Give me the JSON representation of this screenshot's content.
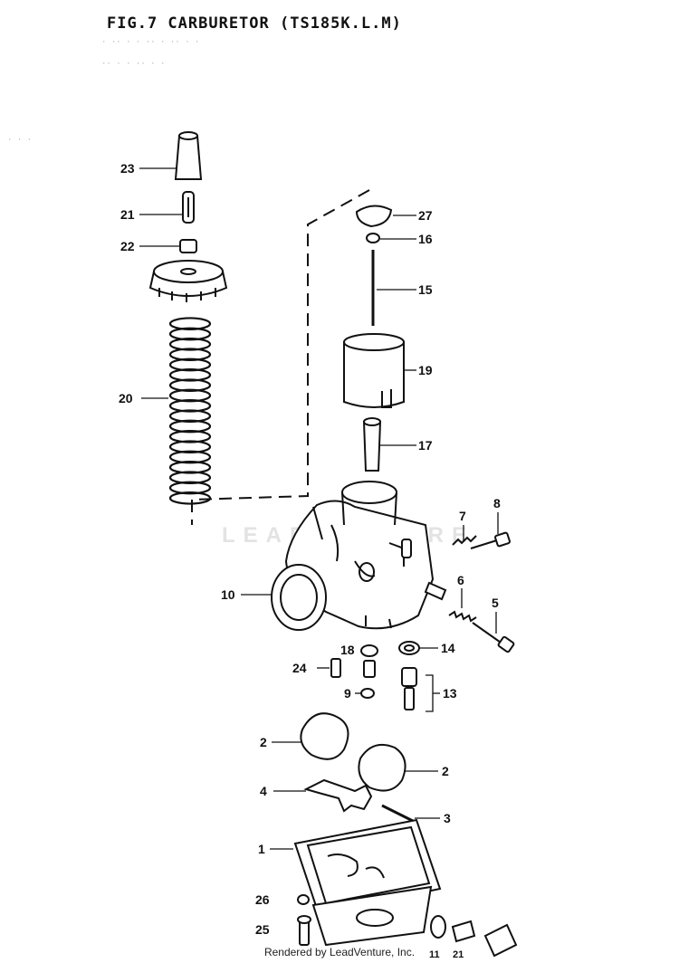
{
  "diagram": {
    "title": "FIG.7  CARBURETOR (TS185K.L.M)",
    "watermark": "LEADVENTURE",
    "footer": "Rendered by LeadVenture, Inc.",
    "parts": [
      {
        "id": "23",
        "label": "23"
      },
      {
        "id": "21",
        "label": "21"
      },
      {
        "id": "22",
        "label": "22"
      },
      {
        "id": "20",
        "label": "20"
      },
      {
        "id": "27",
        "label": "27"
      },
      {
        "id": "16",
        "label": "16"
      },
      {
        "id": "15",
        "label": "15"
      },
      {
        "id": "19",
        "label": "19"
      },
      {
        "id": "17",
        "label": "17"
      },
      {
        "id": "10",
        "label": "10"
      },
      {
        "id": "7",
        "label": "7"
      },
      {
        "id": "8",
        "label": "8"
      },
      {
        "id": "6",
        "label": "6"
      },
      {
        "id": "5",
        "label": "5"
      },
      {
        "id": "18",
        "label": "18"
      },
      {
        "id": "14",
        "label": "14"
      },
      {
        "id": "24",
        "label": "24"
      },
      {
        "id": "9",
        "label": "9"
      },
      {
        "id": "13",
        "label": "13"
      },
      {
        "id": "2a",
        "label": "2"
      },
      {
        "id": "2b",
        "label": "2"
      },
      {
        "id": "4",
        "label": "4"
      },
      {
        "id": "3",
        "label": "3"
      },
      {
        "id": "1",
        "label": "1"
      },
      {
        "id": "26",
        "label": "26"
      },
      {
        "id": "25",
        "label": "25"
      },
      {
        "id": "11",
        "label": "11"
      },
      {
        "id": "21b",
        "label": "21"
      }
    ]
  }
}
